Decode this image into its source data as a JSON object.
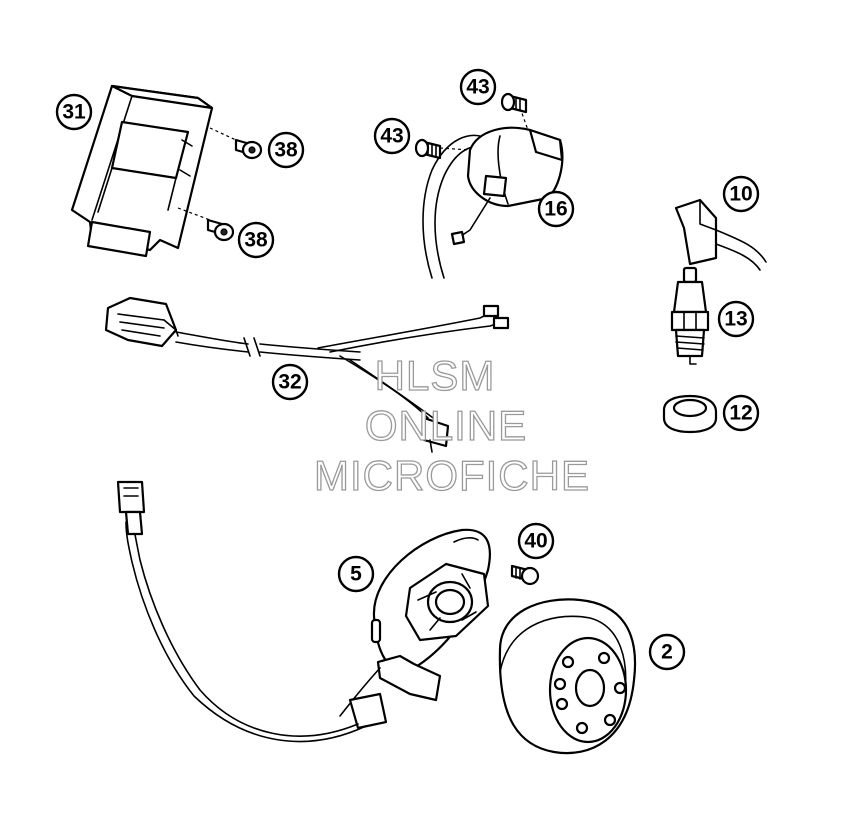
{
  "callouts": [
    {
      "id": "p31",
      "label": "31"
    },
    {
      "id": "p38a",
      "label": "38"
    },
    {
      "id": "p38b",
      "label": "38"
    },
    {
      "id": "p43a",
      "label": "43"
    },
    {
      "id": "p43b",
      "label": "43"
    },
    {
      "id": "p16",
      "label": "16"
    },
    {
      "id": "p10",
      "label": "10"
    },
    {
      "id": "p13",
      "label": "13"
    },
    {
      "id": "p12",
      "label": "12"
    },
    {
      "id": "p32",
      "label": "32"
    },
    {
      "id": "p40",
      "label": "40"
    },
    {
      "id": "p5",
      "label": "5"
    },
    {
      "id": "p2",
      "label": "2"
    }
  ],
  "watermark": {
    "line1": "HLSM",
    "line2": "ONLINE",
    "line3": "MICROFICHE"
  }
}
